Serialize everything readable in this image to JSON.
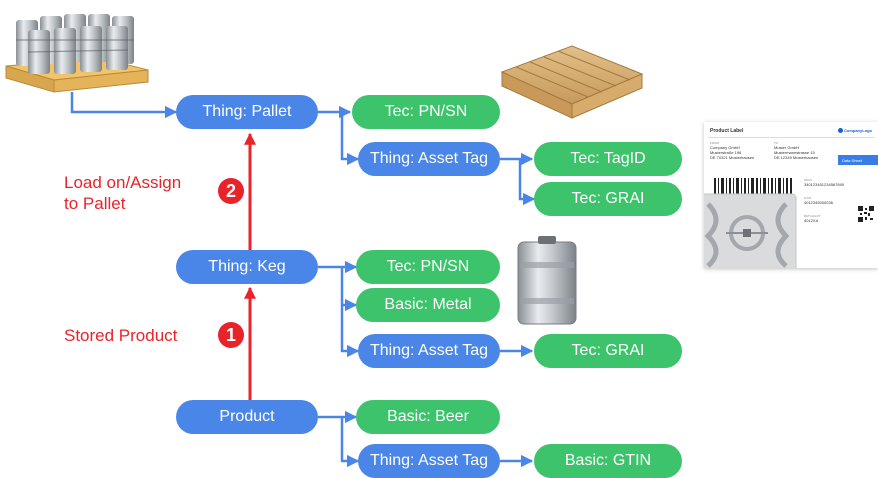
{
  "nodes": {
    "pallet": "Thing: Pallet",
    "pallet_pnsn": "Tec: PN/SN",
    "pallet_asset_tag": "Thing: Asset Tag",
    "pallet_tagid": "Tec: TagID",
    "pallet_grai": "Tec: GRAI",
    "keg": "Thing: Keg",
    "keg_pnsn": "Tec: PN/SN",
    "keg_metal": "Basic: Metal",
    "keg_asset_tag": "Thing: Asset Tag",
    "keg_grai": "Tec: GRAI",
    "product": "Product",
    "product_beer": "Basic: Beer",
    "product_asset_tag": "Thing: Asset Tag",
    "product_gtin": "Basic: GTIN"
  },
  "steps": {
    "step2_line1": "Load on/Assign",
    "step2_line2": "to Pallet",
    "step2_number": "2",
    "step1_label": "Stored Product",
    "step1_number": "1"
  },
  "product_label": {
    "title": "Product Label",
    "brand": "CompanyLogo",
    "from_heading": "FROM",
    "from_line1": "Company GmbH",
    "from_line2": "Musterstraße 196",
    "from_line3": "DE 70321 Musterhausen",
    "to_heading": "TO",
    "to_line1": "Muster GmbH",
    "to_line2": "Mustermannstrasse 15",
    "to_line3": "DE 12345 Musterhausen",
    "button": "Data Sheet",
    "sscc_heading": "SSCC",
    "sscc_value": "340123451234567890",
    "gtin_heading": "GTIN",
    "gtin_value": "4012345000036",
    "batch_heading": "BATCH/LOT",
    "batch_value": "4012XA"
  },
  "colors": {
    "thing": "#4a86e8",
    "attribute": "#3cc36b",
    "edge": "#4a86e8",
    "step": "#e8242a"
  }
}
